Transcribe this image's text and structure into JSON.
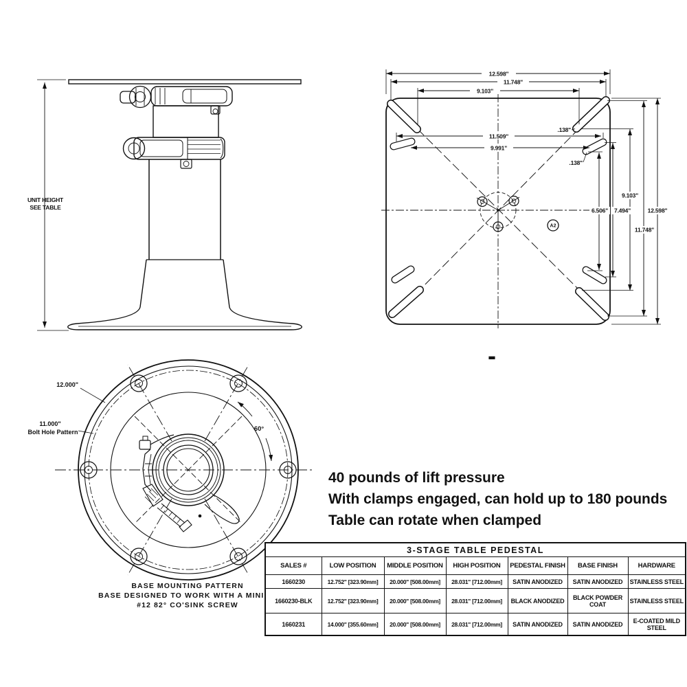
{
  "colors": {
    "ink": "#111111",
    "background": "#ffffff"
  },
  "side_view": {
    "height_label_line1": "UNIT HEIGHT",
    "height_label_line2": "SEE TABLE"
  },
  "plate_view": {
    "dim_top_outer": "12.598\"",
    "dim_top_mid": "11.748\"",
    "dim_top_inner": "9.103\"",
    "dim_slot_upper": "11.509\"",
    "dim_slot_lower": "9.991\"",
    "dim_slot_thickness_1": ".138\"",
    "dim_slot_thickness_2": ".138\"",
    "dim_right_1": "9.103\"",
    "dim_right_2": "6.506\"",
    "dim_right_3": "7.494\"",
    "dim_right_4": "12.598\"",
    "dim_right_5": "11.748\"",
    "datum_marker": "A2"
  },
  "base_view": {
    "dim_outer_diameter": "12.000\"",
    "dim_bolt_circle": "11.000\"",
    "bolt_label": "Bolt Hole Pattern",
    "angle_label": "60°",
    "caption_line1": "BASE MOUNTING PATTERN",
    "caption_line2": "BASE DESIGNED TO WORK WITH A MINIMU",
    "caption_line3": "#12 82° CO'SINK SCREW"
  },
  "separator": {
    "dash": "-"
  },
  "notes": {
    "line1": "40 pounds of lift pressure",
    "line2": "With clamps engaged, can hold up to 180 pounds",
    "line3": "Table can rotate when clamped"
  },
  "spec_table": {
    "title": "3-STAGE TABLE PEDESTAL",
    "headers": [
      "SALES #",
      "LOW POSITION",
      "MIDDLE POSITION",
      "HIGH POSITION",
      "PEDESTAL FINISH",
      "BASE FINISH",
      "HARDWARE"
    ],
    "rows": [
      [
        "1660230",
        "12.752\" [323.90mm]",
        "20.000\" [508.00mm]",
        "28.031\" [712.00mm]",
        "SATIN ANODIZED",
        "SATIN ANODIZED",
        "STAINLESS STEEL"
      ],
      [
        "1660230-BLK",
        "12.752\" [323.90mm]",
        "20.000\" [508.00mm]",
        "28.031\" [712.00mm]",
        "BLACK ANODIZED",
        "BLACK POWDER COAT",
        "STAINLESS STEEL"
      ],
      [
        "1660231",
        "14.000\" [355.60mm]",
        "20.000\" [508.00mm]",
        "28.031\" [712.00mm]",
        "SATIN ANODIZED",
        "SATIN ANODIZED",
        "E-COATED MILD STEEL"
      ]
    ]
  }
}
